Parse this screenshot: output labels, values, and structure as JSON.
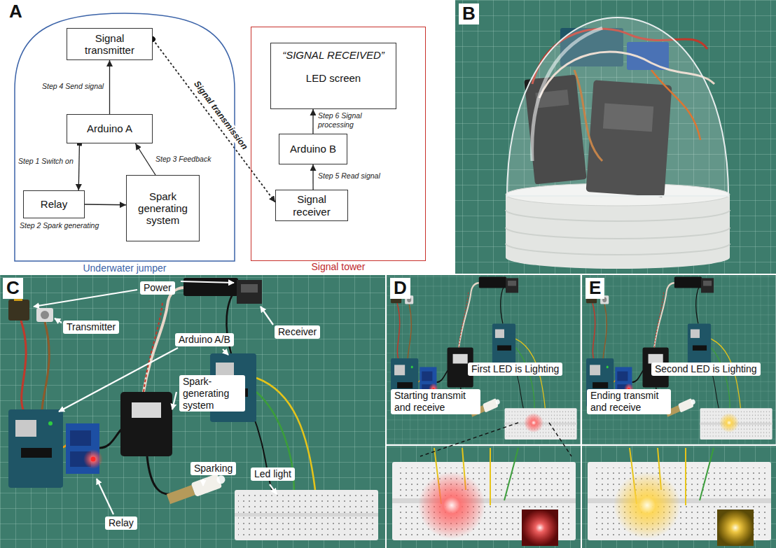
{
  "diagram": {
    "nodes": [
      {
        "text": [
          "Underwater jumper"
        ]
      },
      {
        "text": [
          "Signal transmitter"
        ],
        "in": 0
      },
      {
        "text": [
          "Arduino A"
        ],
        "in": 0
      },
      {
        "text": [
          "Relay"
        ],
        "in": 0
      },
      {
        "text": [
          "Spark generating system"
        ],
        "in": 0
      },
      {
        "text": [
          "Signal tower"
        ]
      },
      {
        "text": [
          "“SIGNAL RECEIVED”",
          "LED screen"
        ],
        "in": 5
      },
      {
        "text": [
          "Arduino B"
        ],
        "in": 5
      },
      {
        "text": [
          "Signal receiver"
        ],
        "in": 5
      }
    ],
    "edges": [
      {
        "from": 2,
        "to": 3,
        "label": "Step 1 Switch on",
        "arrow": "to"
      },
      {
        "from": 3,
        "to": 4,
        "label": "Step 2 Spark generating",
        "arrow": "to"
      },
      {
        "from": 4,
        "to": 2,
        "label": "Step 3 Feedback",
        "arrow": "to"
      },
      {
        "from": 2,
        "to": 1,
        "label": "Step 4 Send signal",
        "arrow": "to"
      },
      {
        "from": 1,
        "to": 8,
        "label": "Signal transmission",
        "arrow": "to"
      },
      {
        "from": 8,
        "to": 7,
        "label": "Step 5 Read signal",
        "arrow": "to"
      },
      {
        "from": 7,
        "to": 6,
        "label": "Step 6 Signal processing",
        "arrow": "to"
      }
    ],
    "labels": [
      "A",
      "B",
      "C",
      "Power",
      "Transmitter",
      "Receiver",
      "Arduino A/B",
      "Spark-generating system",
      "Relay",
      "Sparking",
      "Led light",
      "D",
      "Starting transmit and receive",
      "First LED is Lighting",
      "E",
      "Ending transmit and receive",
      "Second LED is Lighting"
    ]
  }
}
